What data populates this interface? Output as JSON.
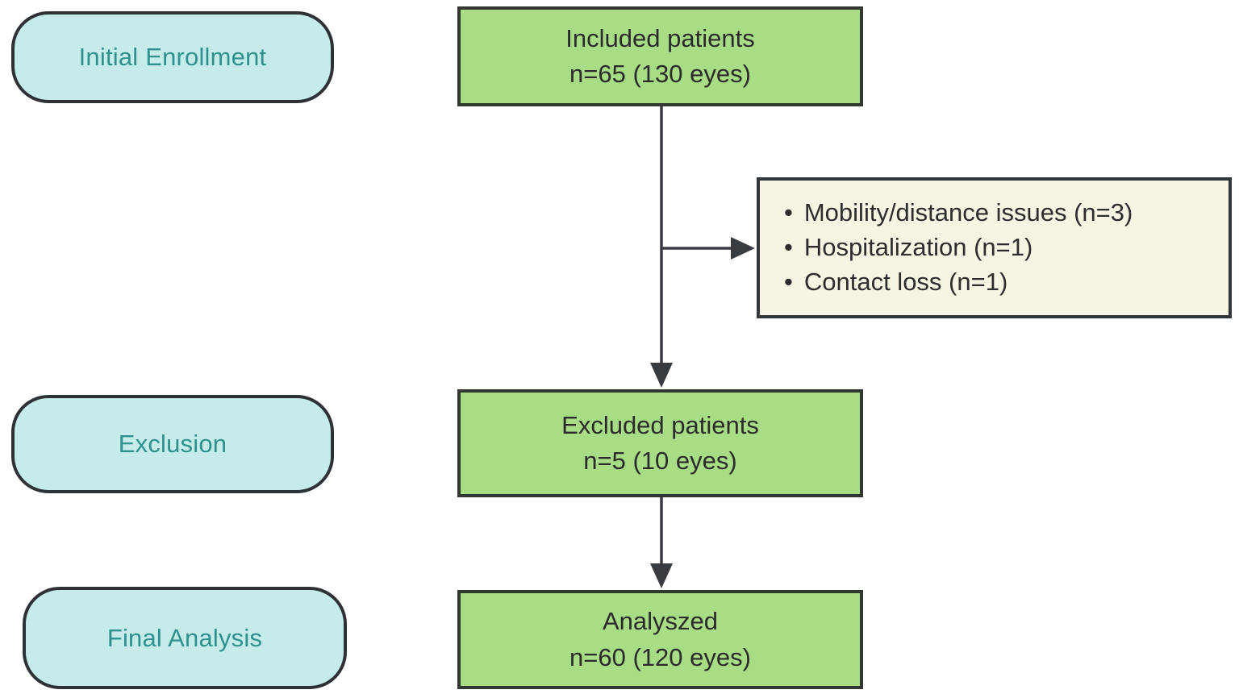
{
  "diagram": {
    "stages": [
      {
        "label": "Initial Enrollment"
      },
      {
        "label": "Exclusion"
      },
      {
        "label": "Final Analysis"
      }
    ],
    "nodes": [
      {
        "line1": "Included patients",
        "line2": "n=65 (130 eyes)"
      },
      {
        "line1": "Excluded patients",
        "line2": "n=5 (10 eyes)"
      },
      {
        "line1": "Analyszed",
        "line2": "n=60 (120 eyes)"
      }
    ],
    "exclusion_reasons": {
      "bullet": "•",
      "items": [
        "Mobility/distance issues (n=3)",
        "Hospitalization (n=1)",
        "Contact loss (n=1)"
      ]
    },
    "colors": {
      "stage_fill": "#c5ecea",
      "stage_text": "#2f918e",
      "node_fill": "#a8dd86",
      "node_text": "#2b2b2b",
      "reasons_fill": "#f8f4e3",
      "border": "#333639",
      "arrow": "#383c40"
    }
  }
}
